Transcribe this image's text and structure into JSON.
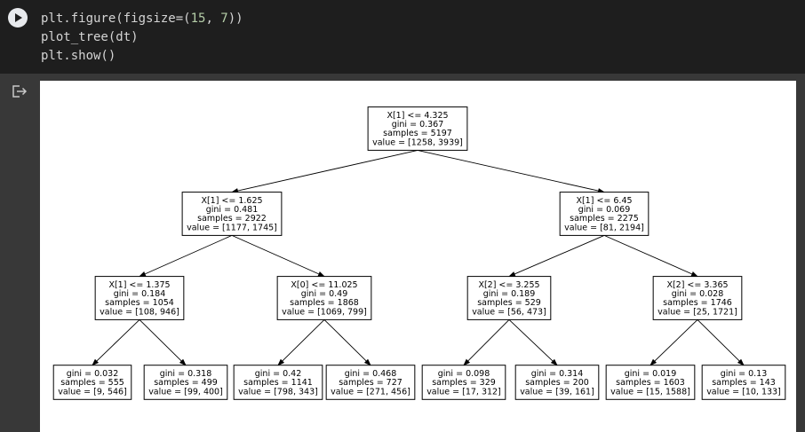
{
  "code": {
    "lines": [
      [
        {
          "t": "plt.figure(figsize=("
        },
        {
          "t": "15",
          "num": true
        },
        {
          "t": ", "
        },
        {
          "t": "7",
          "num": true
        },
        {
          "t": "))"
        }
      ],
      [
        {
          "t": "plot_tree(dt)"
        }
      ],
      [
        {
          "t": "plt.show()"
        }
      ]
    ]
  },
  "icons": {
    "run": "play-icon",
    "output": "output-redirect-icon"
  },
  "chart_data": {
    "type": "tree",
    "nodes": [
      {
        "id": "n0",
        "lines": [
          "X[1] <= 4.325",
          "gini = 0.367",
          "samples = 5197",
          "value = [1258, 3939]"
        ]
      },
      {
        "id": "n1",
        "lines": [
          "X[1] <= 1.625",
          "gini = 0.481",
          "samples = 2922",
          "value = [1177, 1745]"
        ]
      },
      {
        "id": "n2",
        "lines": [
          "X[1] <= 6.45",
          "gini = 0.069",
          "samples = 2275",
          "value = [81, 2194]"
        ]
      },
      {
        "id": "n3",
        "lines": [
          "X[1] <= 1.375",
          "gini = 0.184",
          "samples = 1054",
          "value = [108, 946]"
        ]
      },
      {
        "id": "n4",
        "lines": [
          "X[0] <= 11.025",
          "gini = 0.49",
          "samples = 1868",
          "value = [1069, 799]"
        ]
      },
      {
        "id": "n5",
        "lines": [
          "X[2] <= 3.255",
          "gini = 0.189",
          "samples = 529",
          "value = [56, 473]"
        ]
      },
      {
        "id": "n6",
        "lines": [
          "X[2] <= 3.365",
          "gini = 0.028",
          "samples = 1746",
          "value = [25, 1721]"
        ]
      },
      {
        "id": "n7",
        "lines": [
          "gini = 0.032",
          "samples = 555",
          "value = [9, 546]"
        ]
      },
      {
        "id": "n8",
        "lines": [
          "gini = 0.318",
          "samples = 499",
          "value = [99, 400]"
        ]
      },
      {
        "id": "n9",
        "lines": [
          "gini = 0.42",
          "samples = 1141",
          "value = [798, 343]"
        ]
      },
      {
        "id": "n10",
        "lines": [
          "gini = 0.468",
          "samples = 727",
          "value = [271, 456]"
        ]
      },
      {
        "id": "n11",
        "lines": [
          "gini = 0.098",
          "samples = 329",
          "value = [17, 312]"
        ]
      },
      {
        "id": "n12",
        "lines": [
          "gini = 0.314",
          "samples = 200",
          "value = [39, 161]"
        ]
      },
      {
        "id": "n13",
        "lines": [
          "gini = 0.019",
          "samples = 1603",
          "value = [15, 1588]"
        ]
      },
      {
        "id": "n14",
        "lines": [
          "gini = 0.13",
          "samples = 143",
          "value = [10, 133]"
        ]
      }
    ],
    "edges": [
      [
        "n0",
        "n1"
      ],
      [
        "n0",
        "n2"
      ],
      [
        "n1",
        "n3"
      ],
      [
        "n1",
        "n4"
      ],
      [
        "n2",
        "n5"
      ],
      [
        "n2",
        "n6"
      ],
      [
        "n3",
        "n7"
      ],
      [
        "n3",
        "n8"
      ],
      [
        "n4",
        "n9"
      ],
      [
        "n4",
        "n10"
      ],
      [
        "n5",
        "n11"
      ],
      [
        "n5",
        "n12"
      ],
      [
        "n6",
        "n13"
      ],
      [
        "n6",
        "n14"
      ]
    ]
  }
}
